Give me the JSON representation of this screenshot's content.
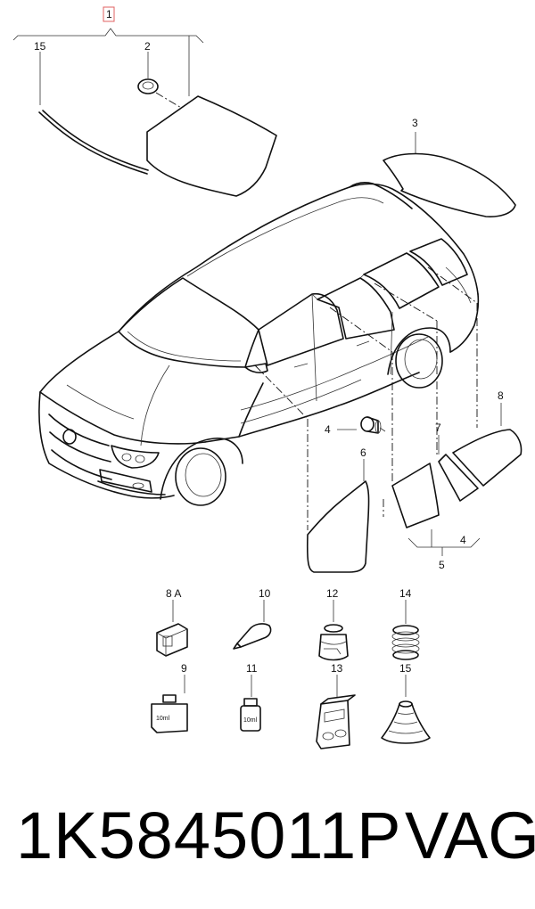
{
  "callouts": {
    "c1": "1",
    "c2": "2",
    "c3": "3",
    "c4a": "4",
    "c4b": "4",
    "c5": "5",
    "c6": "6",
    "c7": "7",
    "c8": "8",
    "c15a": "15",
    "c8a": "8 A",
    "c9": "9",
    "c10": "10",
    "c11": "11",
    "c12": "12",
    "c13": "13",
    "c14": "14",
    "c15b": "15"
  },
  "item_text": {
    "bottle": "10ml",
    "vial": "10ml"
  },
  "highlight_color": "#e06060",
  "footer": {
    "part_number": "1K5845011P",
    "brand": "VAG"
  }
}
